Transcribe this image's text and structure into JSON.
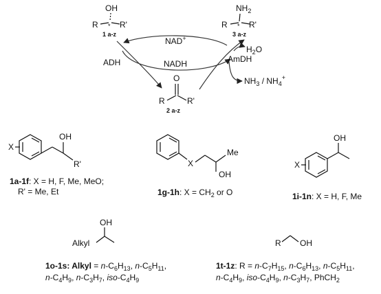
{
  "scheme": {
    "cycle": {
      "oh_label": "OH",
      "alcohol_R": "R",
      "alcohol_Rp": "R'",
      "alcohol_id": "1 a-z",
      "nh2_label": "NH",
      "nh2_sub": "2",
      "amine_R": "R",
      "amine_Rp": "R'",
      "amine_id": "3 a-z",
      "nad_plus": "NAD",
      "nad_plus_sup": "+",
      "nadh": "NADH",
      "adh": "ADH",
      "amdh": "AmDH",
      "water": "H",
      "water_sub": "2",
      "water_o": "O",
      "ammonia": "NH",
      "ammonia_sub": "3",
      "ammonia_sep": " / NH",
      "ammonium_sub": "4",
      "ammonium_sup": "+",
      "ketone_o": "O",
      "ketone_R": "R",
      "ketone_Rp": "R'",
      "ketone_id": "2 a-z"
    },
    "sub_1a1f": {
      "x": "X",
      "oh": "OH",
      "rp": "R'",
      "id": "1a-1f",
      "line1": ": X = H, F, Me, MeO;",
      "line2": "R' = Me, Et"
    },
    "sub_1g1h": {
      "x": "X",
      "me": "Me",
      "oh": "OH",
      "id": "1g-1h",
      "caption": ": X = CH",
      "caption_sub": "2",
      "caption_end": " or O"
    },
    "sub_1i1n": {
      "x": "X",
      "oh": "OH",
      "id": "1i-1n",
      "caption": ": X = H, F, Me"
    },
    "sub_1o1s": {
      "alkyl": "Alkyl",
      "oh": "OH",
      "id": "1o-1s",
      "caption_alkyl": ": Alkyl",
      "eq": " = ",
      "line1": [
        {
          "t": "n",
          "s": "it"
        },
        {
          "t": "-C",
          "s": ""
        },
        {
          "t": "6",
          "s": "sub"
        },
        {
          "t": "H",
          "s": ""
        },
        {
          "t": "13",
          "s": "sub"
        },
        {
          "t": ", ",
          "s": ""
        },
        {
          "t": "n",
          "s": "it"
        },
        {
          "t": "-C",
          "s": ""
        },
        {
          "t": "5",
          "s": "sub"
        },
        {
          "t": "H",
          "s": ""
        },
        {
          "t": "11",
          "s": "sub"
        },
        {
          "t": ",",
          "s": ""
        }
      ],
      "line2": [
        {
          "t": "n",
          "s": "it"
        },
        {
          "t": "-C",
          "s": ""
        },
        {
          "t": "4",
          "s": "sub"
        },
        {
          "t": "H",
          "s": ""
        },
        {
          "t": "9",
          "s": "sub"
        },
        {
          "t": ", ",
          "s": ""
        },
        {
          "t": "n",
          "s": "it"
        },
        {
          "t": "-C",
          "s": ""
        },
        {
          "t": "3",
          "s": "sub"
        },
        {
          "t": "H",
          "s": ""
        },
        {
          "t": "7",
          "s": "sub"
        },
        {
          "t": ", ",
          "s": ""
        },
        {
          "t": "iso",
          "s": "it"
        },
        {
          "t": "-C",
          "s": ""
        },
        {
          "t": "4",
          "s": "sub"
        },
        {
          "t": "H",
          "s": ""
        },
        {
          "t": "9",
          "s": "sub"
        }
      ]
    },
    "sub_1t1z": {
      "r": "R",
      "oh": "OH",
      "id": "1t-1z",
      "caption_start": ": R = ",
      "line1": [
        {
          "t": "n",
          "s": "it"
        },
        {
          "t": "-C",
          "s": ""
        },
        {
          "t": "7",
          "s": "sub"
        },
        {
          "t": "H",
          "s": ""
        },
        {
          "t": "15",
          "s": "sub"
        },
        {
          "t": ", ",
          "s": ""
        },
        {
          "t": "n",
          "s": "it"
        },
        {
          "t": "-C",
          "s": ""
        },
        {
          "t": "6",
          "s": "sub"
        },
        {
          "t": "H",
          "s": ""
        },
        {
          "t": "13",
          "s": "sub"
        },
        {
          "t": ", ",
          "s": ""
        },
        {
          "t": "n",
          "s": "it"
        },
        {
          "t": "-C",
          "s": ""
        },
        {
          "t": "5",
          "s": "sub"
        },
        {
          "t": "H",
          "s": ""
        },
        {
          "t": "11",
          "s": "sub"
        },
        {
          "t": ",",
          "s": ""
        }
      ],
      "line2": [
        {
          "t": "n",
          "s": "it"
        },
        {
          "t": "-C",
          "s": ""
        },
        {
          "t": "4",
          "s": "sub"
        },
        {
          "t": "H",
          "s": ""
        },
        {
          "t": "9",
          "s": "sub"
        },
        {
          "t": ", ",
          "s": ""
        },
        {
          "t": "iso",
          "s": "it"
        },
        {
          "t": "-C",
          "s": ""
        },
        {
          "t": "4",
          "s": "sub"
        },
        {
          "t": "H",
          "s": ""
        },
        {
          "t": "9",
          "s": "sub"
        },
        {
          "t": ", ",
          "s": ""
        },
        {
          "t": "n",
          "s": "it"
        },
        {
          "t": "-C",
          "s": ""
        },
        {
          "t": "3",
          "s": "sub"
        },
        {
          "t": "H",
          "s": ""
        },
        {
          "t": "7",
          "s": "sub"
        },
        {
          "t": ", PhCH",
          "s": ""
        },
        {
          "t": "2",
          "s": "sub"
        }
      ]
    }
  }
}
